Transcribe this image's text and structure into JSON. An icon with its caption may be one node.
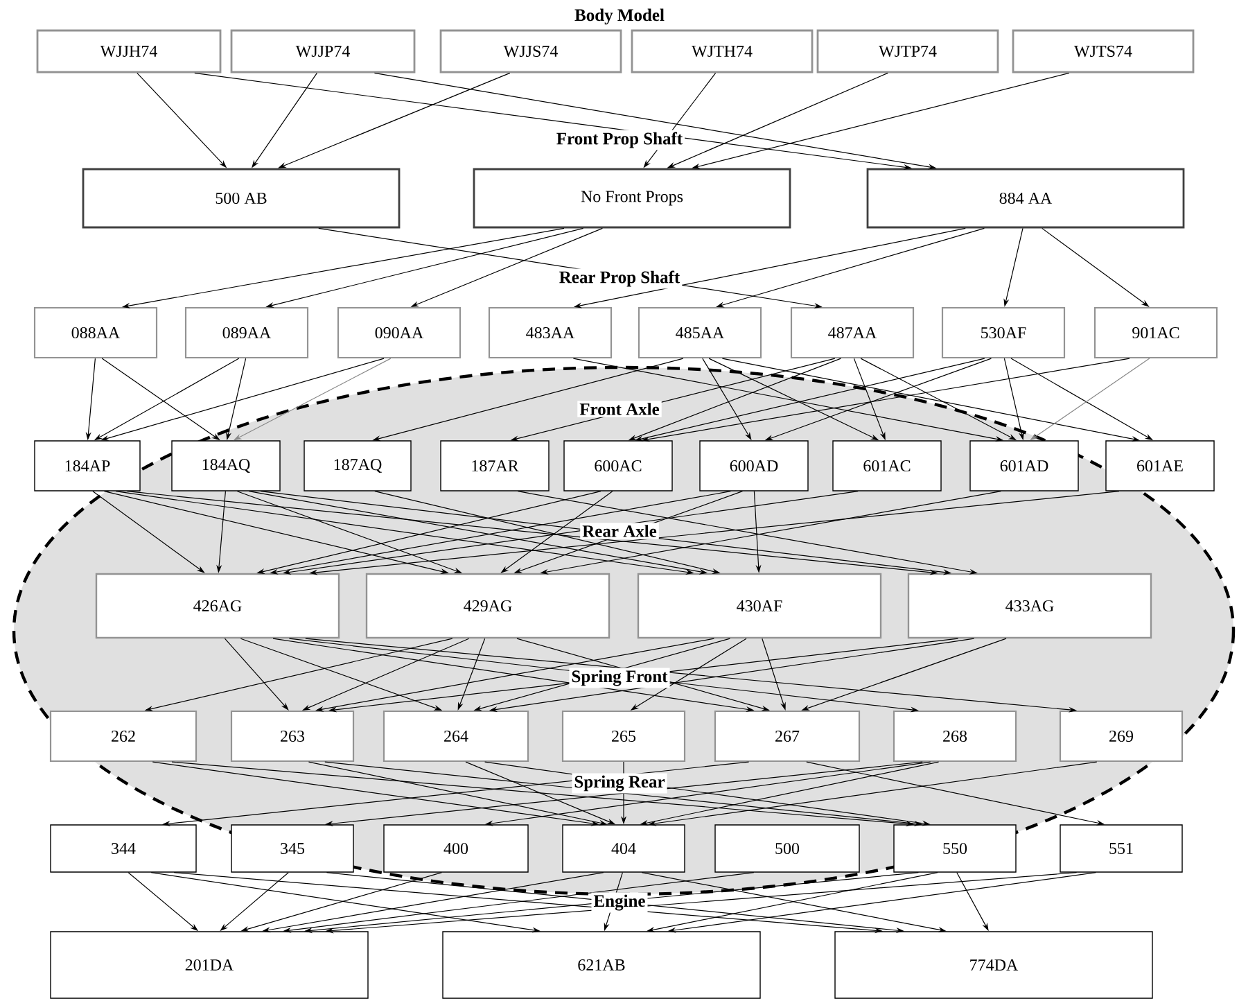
{
  "diagram": {
    "nodes": [
      {
        "text": [
          "WJJH74"
        ]
      },
      {
        "text": [
          "WJJP74"
        ]
      },
      {
        "text": [
          "WJJS74"
        ]
      },
      {
        "text": [
          "WJTH74"
        ]
      },
      {
        "text": [
          "WJTP74"
        ]
      },
      {
        "text": [
          "WJTS74"
        ]
      },
      {
        "text": [
          "500 AB"
        ]
      },
      {
        "text": [
          "No Front Props"
        ]
      },
      {
        "text": [
          "884 AA"
        ]
      },
      {
        "text": [
          "088AA"
        ]
      },
      {
        "text": [
          "089AA"
        ]
      },
      {
        "text": [
          "090AA"
        ]
      },
      {
        "text": [
          "483AA"
        ]
      },
      {
        "text": [
          "485AA"
        ]
      },
      {
        "text": [
          "487AA"
        ]
      },
      {
        "text": [
          "530AF"
        ]
      },
      {
        "text": [
          "901AC"
        ]
      },
      {
        "text": [
          "184AP"
        ]
      },
      {
        "text": [
          "184AQ"
        ]
      },
      {
        "text": [
          "187AQ"
        ]
      },
      {
        "text": [
          "187AR"
        ]
      },
      {
        "text": [
          "600AC"
        ]
      },
      {
        "text": [
          "600AD"
        ]
      },
      {
        "text": [
          "601AC"
        ]
      },
      {
        "text": [
          "601AD"
        ]
      },
      {
        "text": [
          "601AE"
        ]
      },
      {
        "text": [
          "426AG"
        ]
      },
      {
        "text": [
          "429AG"
        ]
      },
      {
        "text": [
          "430AF"
        ]
      },
      {
        "text": [
          "433AG"
        ]
      },
      {
        "text": [
          "262"
        ]
      },
      {
        "text": [
          "263"
        ]
      },
      {
        "text": [
          "264"
        ]
      },
      {
        "text": [
          "265"
        ]
      },
      {
        "text": [
          "267"
        ]
      },
      {
        "text": [
          "268"
        ]
      },
      {
        "text": [
          "269"
        ]
      },
      {
        "text": [
          "344"
        ]
      },
      {
        "text": [
          "345"
        ]
      },
      {
        "text": [
          "400"
        ]
      },
      {
        "text": [
          "404"
        ]
      },
      {
        "text": [
          "500"
        ]
      },
      {
        "text": [
          "550"
        ]
      },
      {
        "text": [
          "551"
        ]
      },
      {
        "text": [
          "201DA"
        ]
      },
      {
        "text": [
          "621AB"
        ]
      },
      {
        "text": [
          "774DA"
        ]
      }
    ],
    "edges": [
      {
        "from": 0,
        "to": 6,
        "arrow": "to"
      },
      {
        "from": 0,
        "to": 8,
        "arrow": "to"
      },
      {
        "from": 1,
        "to": 6,
        "arrow": "to"
      },
      {
        "from": 1,
        "to": 8,
        "arrow": "to"
      },
      {
        "from": 2,
        "to": 6,
        "arrow": "to"
      },
      {
        "from": 3,
        "to": 7,
        "arrow": "to"
      },
      {
        "from": 4,
        "to": 7,
        "arrow": "to"
      },
      {
        "from": 5,
        "to": 7,
        "arrow": "to"
      },
      {
        "from": 7,
        "to": 9,
        "arrow": "to"
      },
      {
        "from": 7,
        "to": 10,
        "arrow": "to"
      },
      {
        "from": 7,
        "to": 11,
        "arrow": "to"
      },
      {
        "from": 6,
        "to": 14,
        "arrow": "to"
      },
      {
        "from": 8,
        "to": 12,
        "arrow": "to"
      },
      {
        "from": 8,
        "to": 13,
        "arrow": "to"
      },
      {
        "from": 8,
        "to": 15,
        "arrow": "to"
      },
      {
        "from": 8,
        "to": 16,
        "arrow": "to"
      },
      {
        "from": 9,
        "to": 17,
        "arrow": "to"
      },
      {
        "from": 9,
        "to": 18,
        "arrow": "to"
      },
      {
        "from": 10,
        "to": 17,
        "arrow": "to"
      },
      {
        "from": 10,
        "to": 18,
        "arrow": "to"
      },
      {
        "from": 11,
        "to": 17,
        "arrow": "to"
      },
      {
        "from": 11,
        "to": 18,
        "arrow": "to",
        "color": "#888888"
      },
      {
        "from": 12,
        "to": 24,
        "arrow": "to"
      },
      {
        "from": 13,
        "to": 19,
        "arrow": "to"
      },
      {
        "from": 13,
        "to": 22,
        "arrow": "to"
      },
      {
        "from": 13,
        "to": 23,
        "arrow": "to"
      },
      {
        "from": 13,
        "to": 25,
        "arrow": "to"
      },
      {
        "from": 14,
        "to": 20,
        "arrow": "to"
      },
      {
        "from": 14,
        "to": 21,
        "arrow": "to"
      },
      {
        "from": 14,
        "to": 23,
        "arrow": "to"
      },
      {
        "from": 14,
        "to": 24,
        "arrow": "to"
      },
      {
        "from": 15,
        "to": 21,
        "arrow": "to"
      },
      {
        "from": 15,
        "to": 22,
        "arrow": "to"
      },
      {
        "from": 15,
        "to": 24,
        "arrow": "to"
      },
      {
        "from": 15,
        "to": 25,
        "arrow": "to"
      },
      {
        "from": 16,
        "to": 21,
        "arrow": "to"
      },
      {
        "from": 16,
        "to": 24,
        "arrow": "to",
        "color": "#888888"
      },
      {
        "from": 17,
        "to": 26,
        "arrow": "to"
      },
      {
        "from": 17,
        "to": 27,
        "arrow": "to"
      },
      {
        "from": 17,
        "to": 28,
        "arrow": "to"
      },
      {
        "from": 17,
        "to": 29,
        "arrow": "to"
      },
      {
        "from": 18,
        "to": 26,
        "arrow": "to"
      },
      {
        "from": 18,
        "to": 27,
        "arrow": "to"
      },
      {
        "from": 18,
        "to": 28,
        "arrow": "to"
      },
      {
        "from": 18,
        "to": 29,
        "arrow": "to"
      },
      {
        "from": 19,
        "to": 28,
        "arrow": "to"
      },
      {
        "from": 20,
        "to": 29,
        "arrow": "to"
      },
      {
        "from": 21,
        "to": 26,
        "arrow": "to"
      },
      {
        "from": 21,
        "to": 27,
        "arrow": "to"
      },
      {
        "from": 22,
        "to": 26,
        "arrow": "to"
      },
      {
        "from": 22,
        "to": 27,
        "arrow": "to"
      },
      {
        "from": 22,
        "to": 28,
        "arrow": "to"
      },
      {
        "from": 23,
        "to": 26,
        "arrow": "to"
      },
      {
        "from": 24,
        "to": 27,
        "arrow": "to"
      },
      {
        "from": 25,
        "to": 26,
        "arrow": "to"
      },
      {
        "from": 26,
        "to": 31,
        "arrow": "to"
      },
      {
        "from": 26,
        "to": 32,
        "arrow": "to"
      },
      {
        "from": 26,
        "to": 34,
        "arrow": "to"
      },
      {
        "from": 26,
        "to": 35,
        "arrow": "to"
      },
      {
        "from": 26,
        "to": 36,
        "arrow": "to"
      },
      {
        "from": 27,
        "to": 30,
        "arrow": "to"
      },
      {
        "from": 27,
        "to": 31,
        "arrow": "to"
      },
      {
        "from": 27,
        "to": 32,
        "arrow": "to"
      },
      {
        "from": 27,
        "to": 34,
        "arrow": "to"
      },
      {
        "from": 28,
        "to": 31,
        "arrow": "to"
      },
      {
        "from": 28,
        "to": 32,
        "arrow": "to"
      },
      {
        "from": 28,
        "to": 33,
        "arrow": "to"
      },
      {
        "from": 28,
        "to": 34,
        "arrow": "to"
      },
      {
        "from": 29,
        "to": 31,
        "arrow": "to"
      },
      {
        "from": 29,
        "to": 32,
        "arrow": "to"
      },
      {
        "from": 29,
        "to": 34,
        "arrow": "to"
      },
      {
        "from": 30,
        "to": 40,
        "arrow": "to"
      },
      {
        "from": 30,
        "to": 42,
        "arrow": "to"
      },
      {
        "from": 31,
        "to": 40,
        "arrow": "to"
      },
      {
        "from": 31,
        "to": 42,
        "arrow": "to"
      },
      {
        "from": 32,
        "to": 40,
        "arrow": "to"
      },
      {
        "from": 32,
        "to": 42,
        "arrow": "to"
      },
      {
        "from": 33,
        "to": 40,
        "arrow": "to"
      },
      {
        "from": 34,
        "to": 37,
        "arrow": "to"
      },
      {
        "from": 34,
        "to": 43,
        "arrow": "to"
      },
      {
        "from": 35,
        "to": 38,
        "arrow": "to"
      },
      {
        "from": 35,
        "to": 39,
        "arrow": "to"
      },
      {
        "from": 35,
        "to": 40,
        "arrow": "to"
      },
      {
        "from": 36,
        "to": 40,
        "arrow": "to"
      },
      {
        "from": 37,
        "to": 44,
        "arrow": "to"
      },
      {
        "from": 37,
        "to": 45,
        "arrow": "to"
      },
      {
        "from": 37,
        "to": 46,
        "arrow": "to"
      },
      {
        "from": 38,
        "to": 44,
        "arrow": "to"
      },
      {
        "from": 38,
        "to": 46,
        "arrow": "to"
      },
      {
        "from": 39,
        "to": 44,
        "arrow": "to"
      },
      {
        "from": 40,
        "to": 44,
        "arrow": "to"
      },
      {
        "from": 40,
        "to": 45,
        "arrow": "to"
      },
      {
        "from": 40,
        "to": 46,
        "arrow": "to"
      },
      {
        "from": 41,
        "to": 44,
        "arrow": "to"
      },
      {
        "from": 42,
        "to": 44,
        "arrow": "to"
      },
      {
        "from": 42,
        "to": 45,
        "arrow": "to"
      },
      {
        "from": 42,
        "to": 46,
        "arrow": "to"
      },
      {
        "from": 43,
        "to": 44,
        "arrow": "to"
      },
      {
        "from": 43,
        "to": 45,
        "arrow": "to"
      }
    ],
    "labels": [
      "Body Model",
      "Front Prop Shaft",
      "Rear Prop Shaft",
      "Front Axle",
      "Rear Axle",
      "Spring Front",
      "Spring Rear",
      "Engine"
    ]
  }
}
